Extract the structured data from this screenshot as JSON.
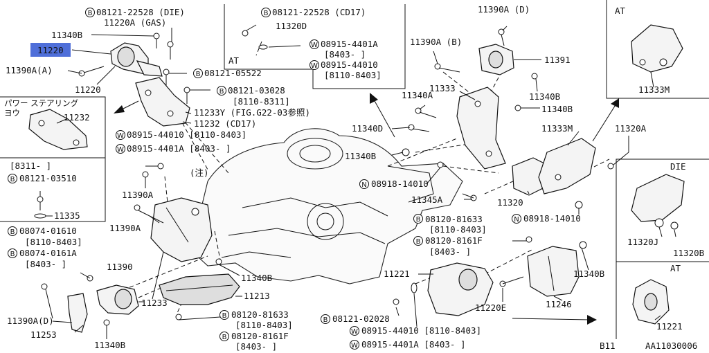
{
  "diagram": {
    "labels": {
      "l_08121_22528_die": "08121-22528 (DIE)",
      "l_11220a_gas": "11220A (GAS)",
      "l_11340b_1": "11340B",
      "l_11220_hl": "11220",
      "l_11390a_a": "11390A(A)",
      "l_11220_2": "11220",
      "l_08121_05522": "08121-05522",
      "l_08121_03028": "08121-03028",
      "l_8110_8311": "[8110-8311]",
      "l_11233y": "11233Y (FIG.G22-03参照)",
      "l_11232_cd17": "11232 (CD17)",
      "l_08915_44010_a": "08915-44010 [8110-8403]",
      "l_08915_4401a_a": "08915-4401A [8403-    ]",
      "l_08121_22528_cd17": "08121-22528 (CD17)",
      "l_11320d": "11320D",
      "l_at_1": "AT",
      "l_08915_4401a_b": "08915-4401A",
      "l_8403_b": "[8403-    ]",
      "l_08915_44010_b": "08915-44010",
      "l_8110_8403_b": "[8110-8403]",
      "l_11390a_d_top": "11390A (D)",
      "l_11390a_b": "11390A (B)",
      "l_11391": "11391",
      "l_11340b_r1": "11340B",
      "l_11340a": "11340A",
      "l_11333": "11333",
      "l_11340b_r2": "11340B",
      "l_11340d": "11340D",
      "l_11333m": "11333M",
      "l_11320a": "11320A",
      "l_11340b_mid": "11340B",
      "l_08918_14010_a": "08918-14010",
      "l_11345a": "11345A",
      "l_11320": "11320",
      "l_08918_14010_b": "08918-14010",
      "l_at_top_right": "AT",
      "l_11333m_box": "11333M",
      "l_die": "DIE",
      "l_11320j": "11320J",
      "l_11320b": "11320B",
      "l_at_br": "AT",
      "l_11221_br": "11221",
      "l_power_steering_1": "パワー  ステアリング",
      "l_power_steering_2": "ヨウ",
      "l_11232_left": "11232",
      "l_8311_left": "[8311-    ]",
      "l_08121_03510": "08121-03510",
      "l_11335": "11335",
      "l_08074_01610": "08074-01610",
      "l_8110_8403_l1": "[8110-8403]",
      "l_08074_0161a": "08074-0161A",
      "l_8403_l1": "[8403-    ]",
      "l_11390a_1": "11390A",
      "l_chu": "(注)",
      "l_11390a_2": "11390A",
      "l_11390": "11390",
      "l_11390a_d": "11390A(D)",
      "l_11253": "11253",
      "l_11340b_bl": "11340B",
      "l_11233": "11233",
      "l_11340b_center": "11340B",
      "l_11213": "11213",
      "l_08120_81633_a": "08120-81633",
      "l_8110_8403_c": "[8110-8403]",
      "l_08120_8161f_a": "08120-8161F",
      "l_8403_c": "[8403-    ]",
      "l_08120_81633_b": "08120-81633",
      "l_8110_8403_d": "[8110-8403]",
      "l_08120_8161f_b": "08120-8161F",
      "l_8403_d": "[8403-    ]",
      "l_11221": "11221",
      "l_11340b_right": "11340B",
      "l_08121_02028": "08121-02028",
      "l_08915_44010_c": "08915-44010 [8110-8403]",
      "l_08915_4401a_c": "08915-4401A [8403-    ]",
      "l_11220e": "11220E",
      "l_11246": "11246",
      "l_b11": "B11",
      "l_code": "AA11030006"
    },
    "circle_markers": {
      "B": "B",
      "W": "W",
      "N": "N"
    },
    "highlight_color": "#4f6fd9"
  }
}
